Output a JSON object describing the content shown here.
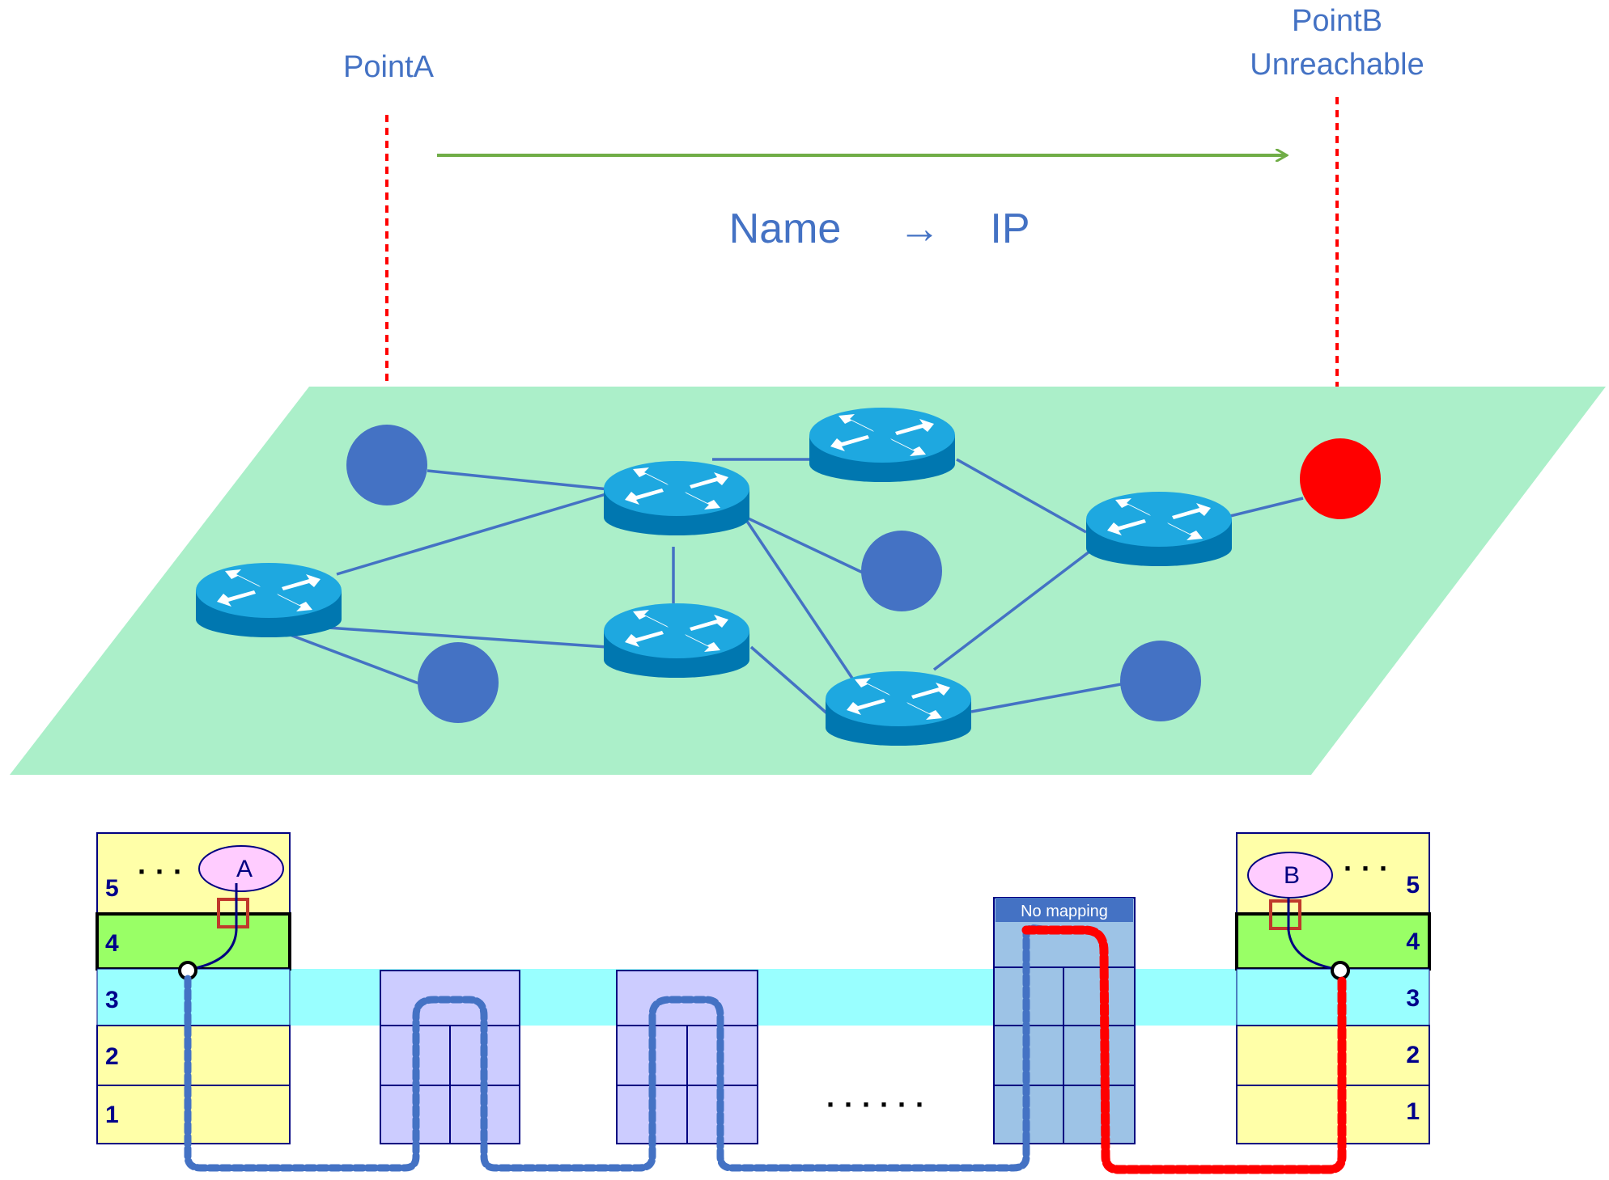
{
  "top": {
    "point_a_label": "PointA",
    "point_b_label": "PointB",
    "point_b_status": "Unreachable",
    "mapping_from": "Name",
    "mapping_arrow": "→",
    "mapping_to": "IP"
  },
  "stack_left": {
    "layers": [
      "5",
      "4",
      "3",
      "2",
      "1"
    ],
    "ellipsis": "· · ·",
    "app_label": "A"
  },
  "stack_right": {
    "layers": [
      "5",
      "4",
      "3",
      "2",
      "1"
    ],
    "ellipsis": "· · ·",
    "app_label": "B"
  },
  "middle_ellipsis": "· · · · · ·",
  "failed_node_label": "No mapping",
  "colors": {
    "plane": "#ABEFC9",
    "host": "#4472C4",
    "unreachable_host": "#FF0000",
    "router": "#1EA8E0",
    "router_side": "#0077B0",
    "layer_yellow": "#FFFFA8",
    "layer_green": "#99FF66",
    "layer_cyan": "#99FFFF",
    "relay_box": "#CCCCFF",
    "failed_box": "#9DC3E6",
    "path_ok": "#4472C4",
    "path_fail": "#FF0000",
    "arrow": "#70AD47"
  }
}
